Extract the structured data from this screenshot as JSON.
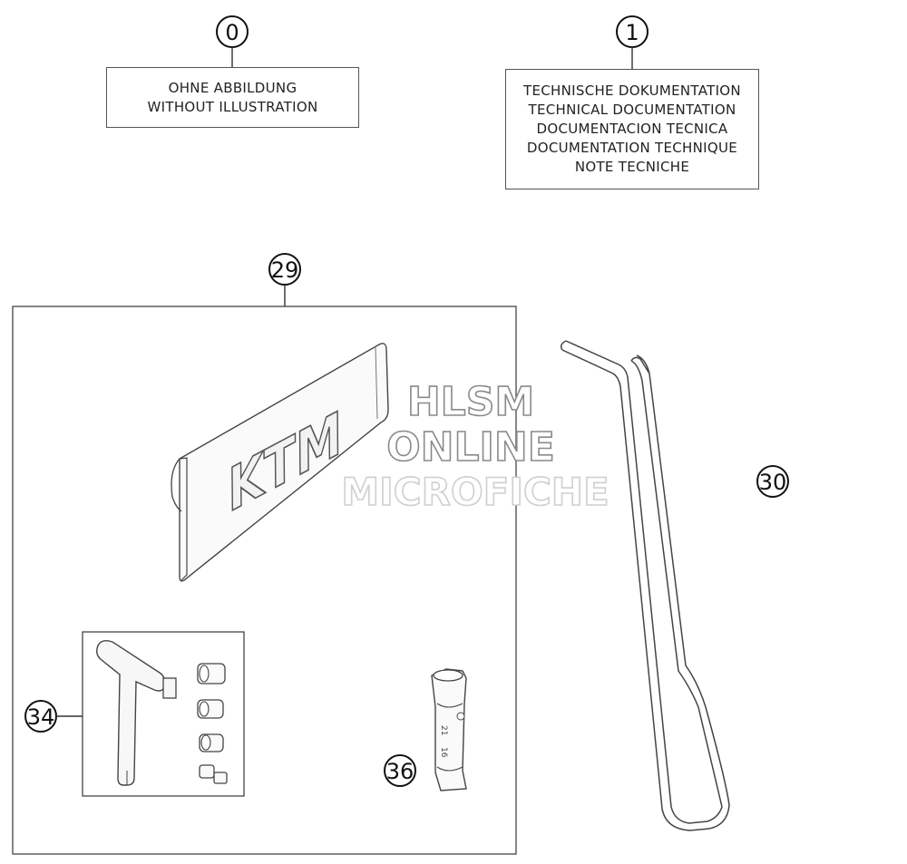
{
  "callouts": [
    {
      "id": "c0",
      "number": "0"
    },
    {
      "id": "c1",
      "number": "1"
    },
    {
      "id": "c29",
      "number": "29"
    },
    {
      "id": "c30",
      "number": "30"
    },
    {
      "id": "c34",
      "number": "34"
    },
    {
      "id": "c36",
      "number": "36"
    }
  ],
  "label_box_0": {
    "lines": [
      "OHNE ABBILDUNG",
      "WITHOUT ILLUSTRATION"
    ]
  },
  "label_box_1": {
    "lines": [
      "TECHNISCHE DOKUMENTATION",
      "TECHNICAL DOCUMENTATION",
      "DOCUMENTACION TECNICA",
      "DOCUMENTATION TECHNIQUE",
      "NOTE TECNICHE"
    ]
  },
  "watermark": {
    "line1": "HLSM",
    "line2": "ONLINE",
    "line3": "MICROFICHE"
  },
  "pouch_logo": "KTM",
  "socket_wrench_marks": {
    "upper": "21",
    "lower": "16"
  }
}
